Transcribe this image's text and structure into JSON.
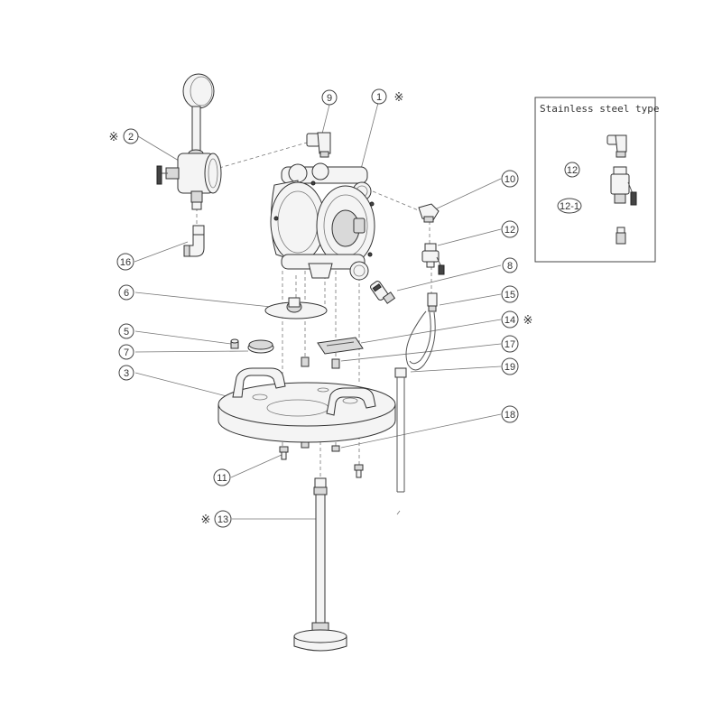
{
  "callouts": {
    "c1": "1",
    "c2": "2",
    "c3": "3",
    "c5": "5",
    "c6": "6",
    "c7": "7",
    "c9": "9",
    "c10": "10",
    "c11": "11",
    "c12": "12",
    "c13": "13",
    "c14": "14",
    "c15": "15",
    "c16": "16",
    "c17": "17",
    "c18": "18",
    "c19": "19",
    "inset12": "12",
    "inset12_1": "12-1"
  },
  "marks": {
    "m1": "※",
    "m2": "※",
    "m13": "※",
    "m14": "※"
  },
  "inset": {
    "title": "Stainless steel type"
  }
}
